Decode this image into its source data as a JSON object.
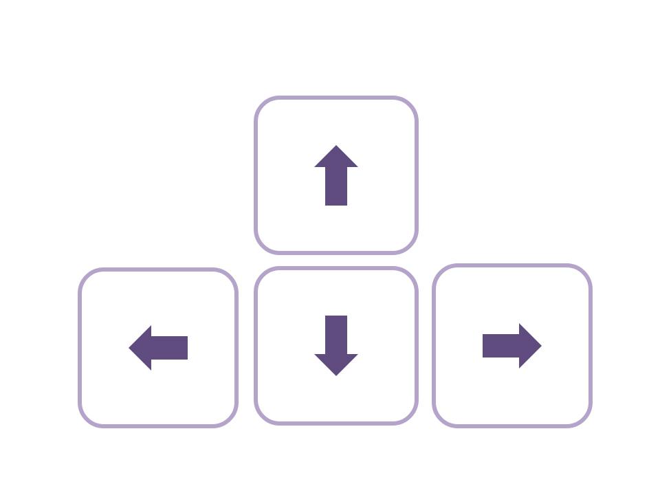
{
  "colors": {
    "key_border": "#B4A4CA",
    "arrow_fill": "#5F4B7D",
    "background": "#FFFFFF"
  },
  "keys": [
    {
      "name": "up",
      "icon": "arrow-up-icon"
    },
    {
      "name": "left",
      "icon": "arrow-left-icon"
    },
    {
      "name": "down",
      "icon": "arrow-down-icon"
    },
    {
      "name": "right",
      "icon": "arrow-right-icon"
    }
  ]
}
